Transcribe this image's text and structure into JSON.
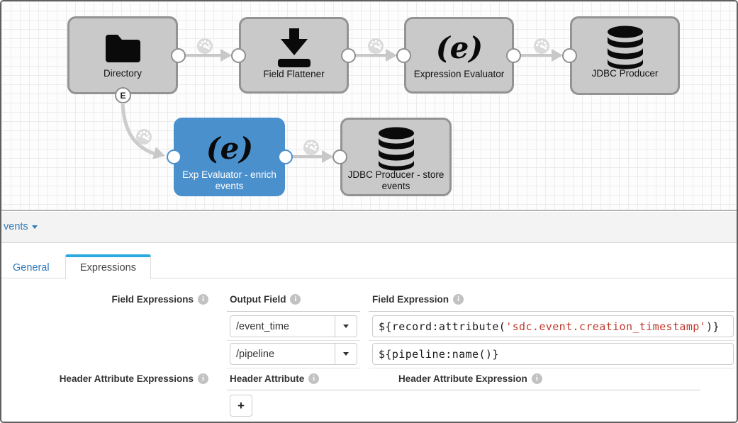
{
  "icons": {
    "info": "i",
    "add": "+"
  },
  "colors": {
    "selected_node_blue": "#4a90cd",
    "node_gray": "#c9c9c9",
    "link_blue": "#337ab7",
    "active_tab_bar": "#29abe2",
    "code_string_red": "#c0392b"
  },
  "canvas": {
    "nodes": [
      {
        "label": "Directory",
        "icon": "folder-icon",
        "selected": false,
        "event_port_label": "E"
      },
      {
        "label": "Field Flattener",
        "icon": "flatten-icon",
        "selected": false
      },
      {
        "label": "Expression Evaluator",
        "icon": "expression-icon",
        "selected": false
      },
      {
        "label": "JDBC Producer",
        "icon": "database-icon",
        "selected": false
      },
      {
        "label": "Exp Evaluator - enrich events",
        "icon": "expression-icon",
        "selected": true
      },
      {
        "label": "JDBC Producer - store events",
        "icon": "database-icon",
        "selected": false
      }
    ]
  },
  "panel": {
    "stage_selector_label": "vents",
    "tabs": [
      {
        "label": "General",
        "active": false
      },
      {
        "label": "Expressions",
        "active": true
      }
    ],
    "field_expressions": {
      "section_label": "Field Expressions",
      "output_field_header": "Output Field",
      "field_expression_header": "Field Expression",
      "rows": [
        {
          "output_field": "/event_time",
          "expression_prefix": "${record:attribute(",
          "expression_string": "'sdc.event.creation_timestamp'",
          "expression_suffix": ")}"
        },
        {
          "output_field": "/pipeline",
          "expression": "${pipeline:name()}"
        }
      ]
    },
    "header_attribute_expressions": {
      "section_label": "Header Attribute Expressions",
      "header_attribute_header": "Header Attribute",
      "header_attribute_expression_header": "Header Attribute Expression",
      "add_button_label": "+"
    }
  }
}
